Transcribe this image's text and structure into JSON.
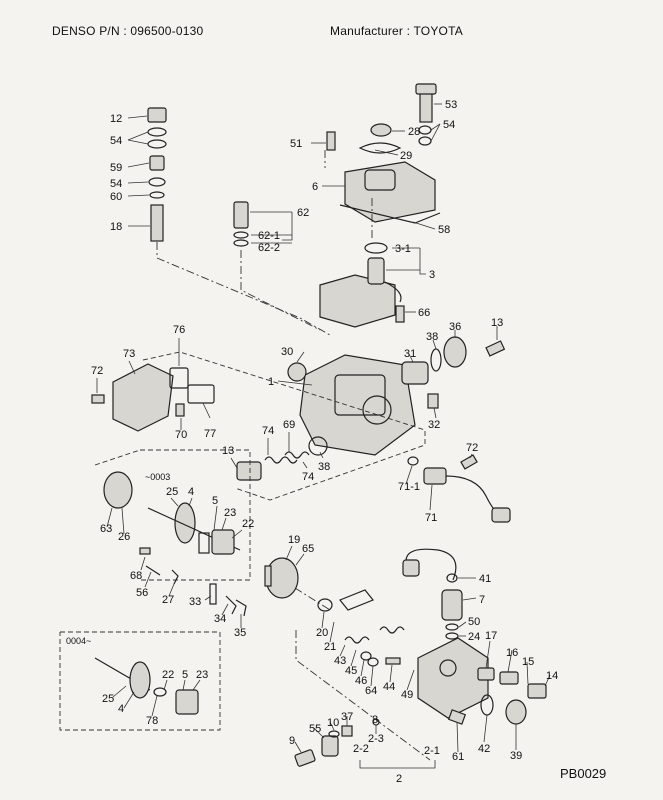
{
  "header": {
    "denso_pn": "DENSO P/N : 096500-0130",
    "manufacturer": "Manufacturer : TOYOTA"
  },
  "diagram_code": "PB0029",
  "labels": {
    "l12": "12",
    "l54a": "54",
    "l59": "59",
    "l54b": "54",
    "l60": "60",
    "l18": "18",
    "l53": "53",
    "l28": "28",
    "l54c": "54",
    "l51": "51",
    "l29": "29",
    "l6": "6",
    "l58": "58",
    "l62": "62",
    "l62_1": "62-1",
    "l62_2": "62-2",
    "l3_1": "3-1",
    "l3": "3",
    "l66": "66",
    "l76": "76",
    "l73": "73",
    "l72a": "72",
    "l30": "30",
    "l1": "1",
    "l31": "31",
    "l38a": "38",
    "l36": "36",
    "l13a": "13",
    "l70": "70",
    "l77": "77",
    "l32": "32",
    "l74a": "74",
    "l69": "69",
    "l74b": "74",
    "l38b": "38",
    "l13b": "13",
    "l72b": "72",
    "l71_1": "71-1",
    "l71": "71",
    "l0003": "~0003",
    "l25a": "25",
    "l4a": "4",
    "l5a": "5",
    "l23a": "23",
    "l22a": "22",
    "l63": "63",
    "l26": "26",
    "l19": "19",
    "l65": "65",
    "l68": "68",
    "l56": "56",
    "l27": "27",
    "l33": "33",
    "l34": "34",
    "l35": "35",
    "l41": "41",
    "l7": "7",
    "l50": "50",
    "l24": "24",
    "l20": "20",
    "l21": "21",
    "l43": "43",
    "l45": "45",
    "l46": "46",
    "l64": "64",
    "l44": "44",
    "l49": "49",
    "l17": "17",
    "l16": "16",
    "l15": "15",
    "l14": "14",
    "l42": "42",
    "l39": "39",
    "l0004": "0004~",
    "l25b": "25",
    "l4b": "4",
    "l22b": "22",
    "l5b": "5",
    "l23b": "23",
    "l78": "78",
    "l9": "9",
    "l55": "55",
    "l10": "10",
    "l37": "37",
    "l8": "8",
    "l2_3": "2-3",
    "l2_2": "2-2",
    "l2_1": "2-1",
    "l2": "2",
    "l61": "61"
  }
}
